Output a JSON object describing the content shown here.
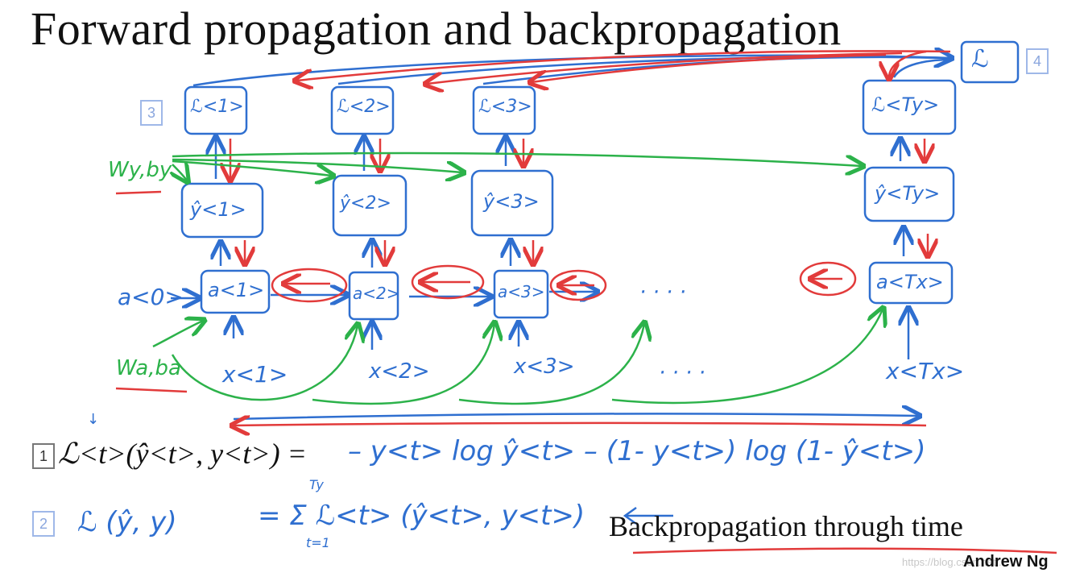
{
  "title": "Forward propagation and backpropagation",
  "step_numbers": {
    "loss_nodes": "3",
    "total_loss": "4",
    "equation_1": "1",
    "equation_2": "2"
  },
  "diagram": {
    "losses": [
      "ℒ<1>",
      "ℒ<2>",
      "ℒ<3>",
      "ℒ<Ty>"
    ],
    "total_loss": "ℒ",
    "predictions": [
      "ŷ<1>",
      "ŷ<2>",
      "ŷ<3>",
      "ŷ<Ty>"
    ],
    "activations": [
      "a<1>",
      "a<2>",
      "a<3>",
      "a<Tx>"
    ],
    "initial_activation": "a<0>",
    "inputs": [
      "x<1>",
      "x<2>",
      "x<3>",
      "x<Tx>"
    ],
    "ellipsis_activation": "· · · ·",
    "ellipsis_input": "· · · ·",
    "output_params": "Wy,by",
    "activation_params": "Wa,ba"
  },
  "equations": {
    "eq1_lhs": "ℒ<t>(ŷ<t>, y<t>) =",
    "eq1_rhs": "– y<t> log ŷ<t> – (1- y<t>) log (1- ŷ<t>)",
    "eq1_mark": "↓",
    "eq2_lhs": "ℒ (ŷ, y)",
    "eq2_rhs": "= Σ ℒ<t> (ŷ<t>, y<t>)",
    "eq2_sum_top": "Ty",
    "eq2_sum_bottom": "t=1"
  },
  "caption": "Backpropagation through time",
  "author": "Andrew Ng",
  "watermark": "https://blog.csdn.net/...",
  "colors": {
    "forward": "#2f6fd0",
    "backward": "#e23b3b",
    "params": "#2cb24a",
    "text": "#111111"
  }
}
